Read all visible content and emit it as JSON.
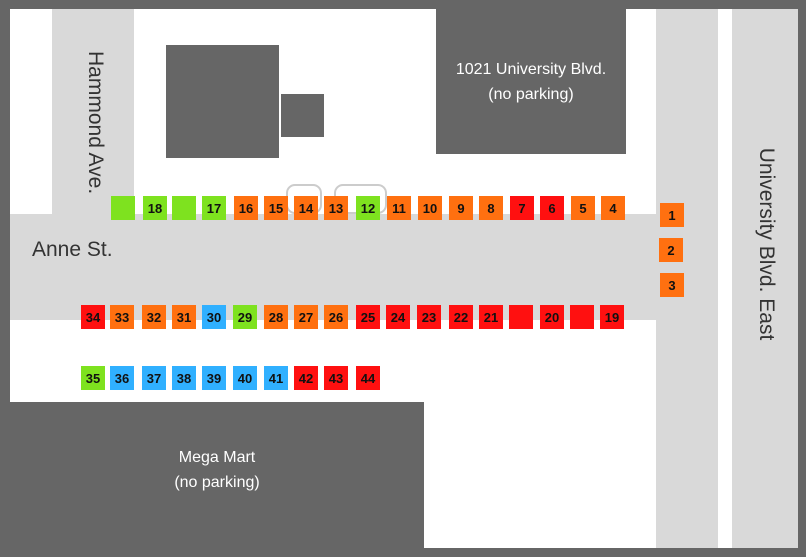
{
  "streets": {
    "hammond": "Hammond Ave.",
    "anne": "Anne St.",
    "university": "University Blvd. East"
  },
  "buildings": {
    "university_1021": {
      "name": "1021 University Blvd.",
      "note": "(no parking)"
    },
    "mega_mart": {
      "name": "Mega Mart",
      "note": "(no parking)"
    }
  },
  "status_colors": {
    "green": "#7ee21f",
    "orange": "#ff7010",
    "red": "#ff1010",
    "blue": "#30b0ff"
  },
  "spots": {
    "top_row": [
      {
        "label": "",
        "status": "green"
      },
      {
        "label": "18",
        "status": "green"
      },
      {
        "label": "",
        "status": "green"
      },
      {
        "label": "17",
        "status": "green"
      },
      {
        "label": "16",
        "status": "orange"
      },
      {
        "label": "15",
        "status": "orange"
      },
      {
        "label": "14",
        "status": "orange"
      },
      {
        "label": "13",
        "status": "orange"
      },
      {
        "label": "12",
        "status": "green"
      },
      {
        "label": "11",
        "status": "orange"
      },
      {
        "label": "10",
        "status": "orange"
      },
      {
        "label": "9",
        "status": "orange"
      },
      {
        "label": "8",
        "status": "orange"
      },
      {
        "label": "7",
        "status": "red"
      },
      {
        "label": "6",
        "status": "red"
      },
      {
        "label": "5",
        "status": "orange"
      },
      {
        "label": "4",
        "status": "orange"
      }
    ],
    "right_column": [
      {
        "label": "1",
        "status": "orange"
      },
      {
        "label": "2",
        "status": "orange"
      },
      {
        "label": "3",
        "status": "orange"
      }
    ],
    "middle_row": [
      {
        "label": "34",
        "status": "red"
      },
      {
        "label": "33",
        "status": "orange"
      },
      {
        "label": "32",
        "status": "orange"
      },
      {
        "label": "31",
        "status": "orange"
      },
      {
        "label": "30",
        "status": "blue"
      },
      {
        "label": "29",
        "status": "green"
      },
      {
        "label": "28",
        "status": "orange"
      },
      {
        "label": "27",
        "status": "orange"
      },
      {
        "label": "26",
        "status": "orange"
      },
      {
        "label": "25",
        "status": "red"
      },
      {
        "label": "24",
        "status": "red"
      },
      {
        "label": "23",
        "status": "red"
      },
      {
        "label": "22",
        "status": "red"
      },
      {
        "label": "21",
        "status": "red"
      },
      {
        "label": "",
        "status": "red"
      },
      {
        "label": "20",
        "status": "red"
      },
      {
        "label": "",
        "status": "red"
      },
      {
        "label": "19",
        "status": "red"
      }
    ],
    "bottom_row": [
      {
        "label": "35",
        "status": "green"
      },
      {
        "label": "36",
        "status": "blue"
      },
      {
        "label": "37",
        "status": "blue"
      },
      {
        "label": "38",
        "status": "blue"
      },
      {
        "label": "39",
        "status": "blue"
      },
      {
        "label": "40",
        "status": "blue"
      },
      {
        "label": "41",
        "status": "blue"
      },
      {
        "label": "42",
        "status": "red"
      },
      {
        "label": "43",
        "status": "red"
      },
      {
        "label": "44",
        "status": "red"
      }
    ]
  }
}
